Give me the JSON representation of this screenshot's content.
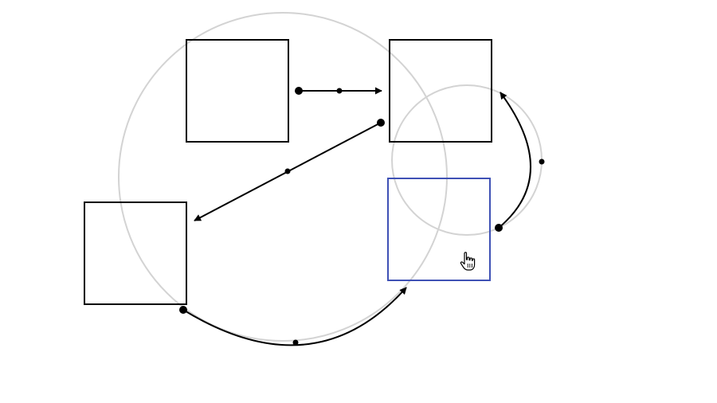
{
  "colors": {
    "background": "#ffffff",
    "node_border": "#000000",
    "selected_border": "#3f51b5",
    "guide_circle": "#d3d3d3",
    "edge": "#000000"
  },
  "nodes": [
    {
      "id": "top-left",
      "selected": false
    },
    {
      "id": "top-right",
      "selected": false
    },
    {
      "id": "bottom-left",
      "selected": false
    },
    {
      "id": "middle-right",
      "selected": true
    }
  ],
  "edges": [
    {
      "from": "top-left",
      "to": "top-right",
      "shape": "straight"
    },
    {
      "from": "top-right",
      "to": "bottom-left",
      "shape": "straight"
    },
    {
      "from": "middle-right",
      "to": "top-right",
      "shape": "arc"
    },
    {
      "from": "bottom-left",
      "to": "middle-right",
      "shape": "arc"
    }
  ],
  "guide_circles": [
    {
      "around": "top-left",
      "kind": "large"
    },
    {
      "around": "top-right",
      "kind": "small"
    }
  ],
  "cursor": {
    "icon": "hand-pointer-icon",
    "over": "middle-right"
  }
}
